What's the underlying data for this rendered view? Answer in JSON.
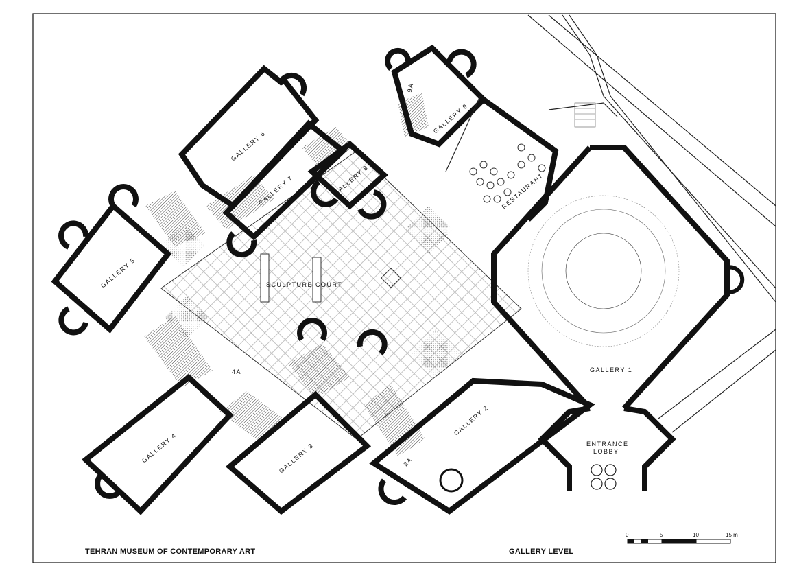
{
  "title": "TEHRAN MUSEUM OF CONTEMPORARY ART",
  "level": "GALLERY LEVEL",
  "rooms": {
    "gallery1": "GALLERY 1",
    "gallery2": "GALLERY 2",
    "gallery2a": "2A",
    "gallery3": "GALLERY 3",
    "gallery4": "GALLERY 4",
    "gallery4a": "4A",
    "gallery5": "GALLERY 5",
    "gallery6": "GALLERY 6",
    "gallery7": "GALLERY 7",
    "gallery8": "GALLERY 8",
    "gallery9": "GALLERY 9",
    "gallery9a": "9A",
    "restaurant": "RESTAURANT",
    "sculpture_court": "SCULPTURE COURT",
    "entrance_lobby_1": "ENTRANCE",
    "entrance_lobby_2": "LOBBY"
  },
  "scale": {
    "t0": "0",
    "t5": "5",
    "t10": "10",
    "t15": "15 m"
  }
}
